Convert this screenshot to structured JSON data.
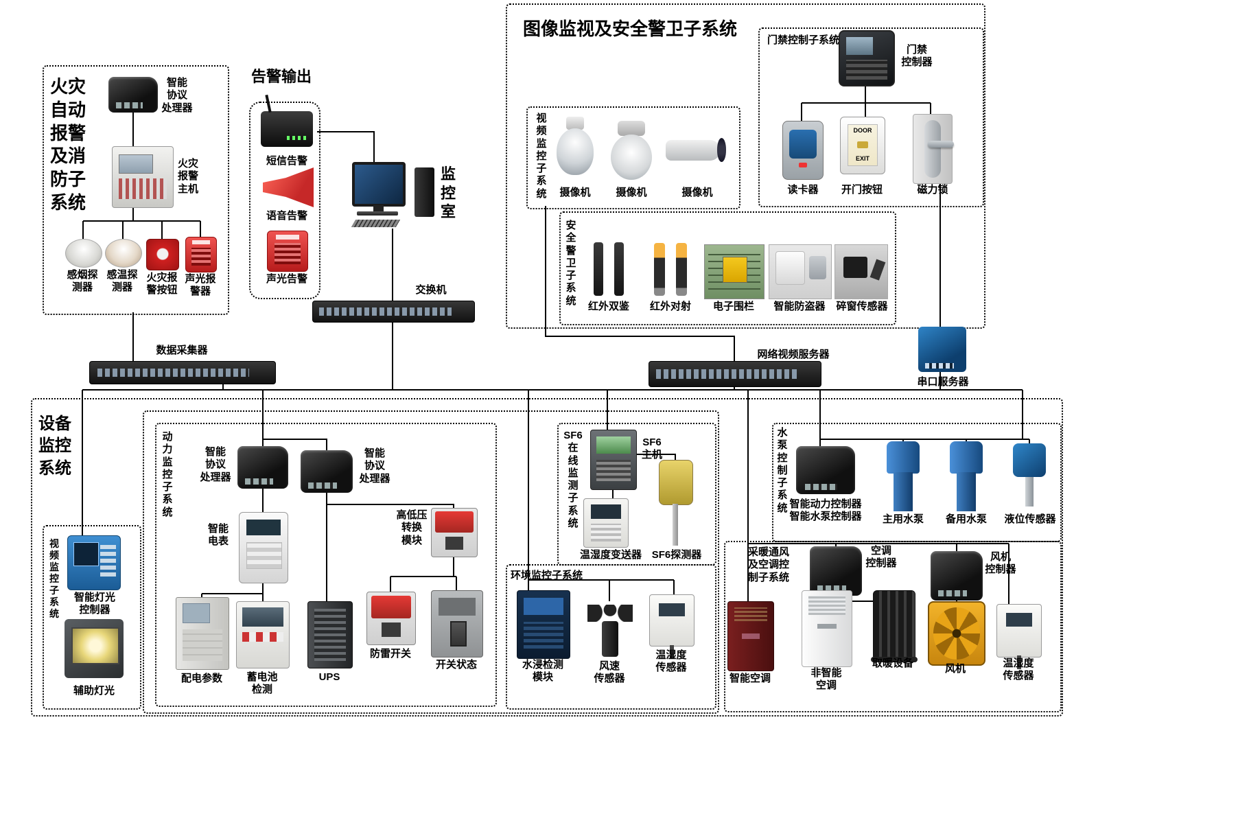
{
  "colors": {
    "line": "#000000",
    "box_border": "#000000",
    "text": "#000000"
  },
  "fire": {
    "title": "火灾\n自动\n报警\n及消\n防子\n系统",
    "processor": "智能\n协议\n处理器",
    "host": "火灾\n报警\n主机",
    "smoke": "感烟探\n测器",
    "heat": "感温探\n测器",
    "button": "火灾报\n警按钮",
    "sounder": "声光报\n警器"
  },
  "alarm_out": {
    "title": "告警输出",
    "sms": "短信告警",
    "voice": "语音告警",
    "sound_light": "声光告警"
  },
  "monitor_room": {
    "label": "监\n控\n室"
  },
  "net": {
    "switch_label": "交换机",
    "collector": "数据采集器",
    "nvs": "网络视频服务器",
    "serial": "串口服务器"
  },
  "surveillance": {
    "title": "图像监视及安全警卫子系统",
    "video": {
      "title": "视\n频\n监\n控\n子\n系\n统",
      "cam1": "摄像机",
      "cam2": "摄像机",
      "cam3": "摄像机"
    },
    "access": {
      "title": "门禁控制子系统",
      "controller": "门禁\n控制器",
      "reader": "读卡器",
      "button": "开门按钮",
      "lock": "磁力锁",
      "door_text": "DOOR",
      "exit_text": "EXIT"
    },
    "security": {
      "title": "安\n全\n警\n卫\n子\n系\n统",
      "ir_dual": "红外双鉴",
      "ir_beam": "红外对射",
      "fence": "电子围栏",
      "burglar": "智能防盗器",
      "window": "碎窗传感器"
    }
  },
  "equip": {
    "title": "设备\n监控\n系统"
  },
  "lighting": {
    "title": "视\n频\n监\n控\n子\n系\n统",
    "controller": "智能灯光\n控制器",
    "aux": "辅助灯光"
  },
  "power": {
    "title": "动\n力\n监\n控\n子\n系\n统",
    "proc1": "智能\n协议\n处理器",
    "proc2": "智能\n协议\n处理器",
    "meter": "智能\n电表",
    "hv": "高低压\n转换\n模块",
    "dist": "配电参数",
    "battery": "蓄电池\n检测",
    "ups": "UPS",
    "lightning": "防雷开关",
    "switch_status": "开关状态"
  },
  "sf6": {
    "title": "SF6\n在\n线\n监\n测\n子\n系\n统",
    "host": "SF6\n主机",
    "transmitter": "温湿度变送器",
    "detector": "SF6探测器"
  },
  "env": {
    "title": "环境监控子系统",
    "water": "水浸检测\n模块",
    "wind": "风速\n传感器",
    "temp": "温湿度\n传感器"
  },
  "pump": {
    "title": "水\n泵\n控\n制\n子\n系\n统",
    "controller": "智能动力控制器\n智能水泵控制器",
    "main": "主用水泵",
    "backup": "备用水泵",
    "level": "液位传感器"
  },
  "hvac": {
    "title": "采暖通风\n及空调控\n制子系统",
    "ac_ctrl": "空调\n控制器",
    "fan_ctrl": "风机\n控制器",
    "smart_ac": "智能空调",
    "nonsmart_ac": "非智能\n空调",
    "heater": "取暖设备",
    "fan": "风机",
    "temp": "温湿度\n传感器"
  }
}
